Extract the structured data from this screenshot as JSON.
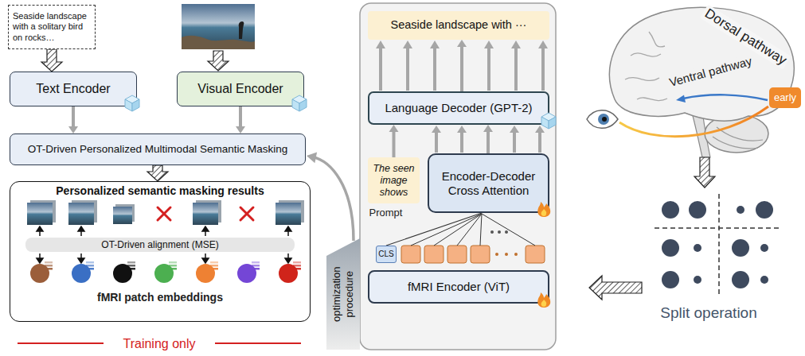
{
  "diagram": {
    "nodes": [
      {
        "text": [
          "Seaside landscape with a solitary bird on rocks…"
        ]
      },
      {
        "text": [
          "Text Encoder"
        ]
      },
      {
        "text": [
          "Visual Encoder"
        ]
      },
      {
        "text": [
          "OT-Driven Personalized Multimodal Semantic Masking"
        ]
      },
      {
        "text": [
          "Personalized semantic masking results"
        ]
      },
      {
        "text": [
          "OT-Driven alignment (MSE)"
        ],
        "in": 4
      },
      {
        "text": [
          "Seaside landscape with ···"
        ]
      },
      {
        "text": [
          "Language Decoder (GPT-2)"
        ]
      },
      {
        "text": [
          "The seen image shows",
          "Prompt"
        ]
      },
      {
        "text": [
          "Encoder-Decoder Cross Attention"
        ]
      },
      {
        "text": [
          "CLS"
        ]
      },
      {
        "text": [
          "fMRI Encoder (ViT)"
        ]
      },
      {
        "text": [
          "optimization procedure"
        ]
      },
      {
        "text": [
          "early"
        ]
      }
    ],
    "edges": [
      {
        "from": 0,
        "to": 1,
        "arrow": "to"
      },
      {
        "from": 1,
        "to": 3,
        "arrow": "to"
      },
      {
        "from": 2,
        "to": 3,
        "arrow": "to"
      },
      {
        "from": 3,
        "to": 4,
        "arrow": "to"
      },
      {
        "from": 7,
        "to": 6,
        "arrow": "to"
      },
      {
        "from": 9,
        "to": 7,
        "arrow": "to"
      },
      {
        "from": 8,
        "to": 7,
        "arrow": "to"
      },
      {
        "from": 10,
        "to": 9,
        "arrow": "none"
      },
      {
        "from": 12,
        "to": 3,
        "arrow": "to"
      }
    ],
    "labels": [
      "fMRI patch embeddings",
      "Training only",
      "Dorsal pathway",
      "Ventral pathway",
      "Split operation"
    ]
  }
}
